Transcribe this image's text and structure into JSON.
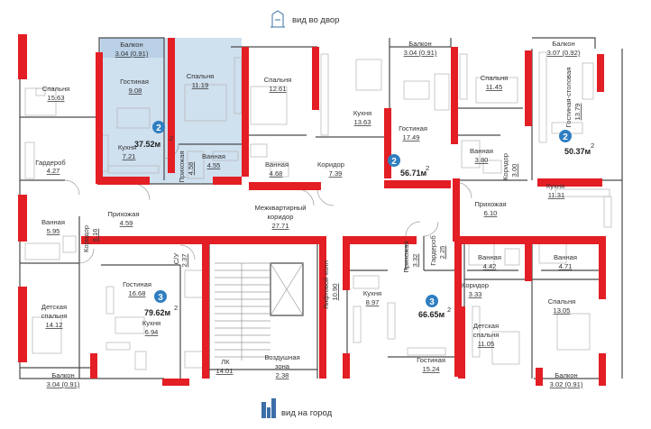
{
  "directions": {
    "top": "вид во двор",
    "bottom": "вид на город"
  },
  "icons": {
    "top": "tower-icon",
    "bottom": "city-buildings-icon"
  },
  "colors": {
    "wall": "#e31e24",
    "highlight": "#cfe0ef",
    "badge": "#2f7ec1"
  },
  "units": {
    "u1": {
      "rooms": "2",
      "area": "37.52м",
      "sup": "2"
    },
    "u2": {
      "rooms": "2",
      "area": "56.71м",
      "sup": "2"
    },
    "u3": {
      "rooms": "2",
      "area": "50.37м",
      "sup": "2"
    },
    "u4": {
      "rooms": "3",
      "area": "79.62м",
      "sup": "2"
    },
    "u5": {
      "rooms": "3",
      "area": "66.65м",
      "sup": "2"
    }
  },
  "rooms": {
    "r1": {
      "name": "Спальня",
      "area": "15.63"
    },
    "r2": {
      "name": "Гардероб",
      "area": "4.27"
    },
    "r3": {
      "name": "Балкон",
      "area": "3.04 (0.91)"
    },
    "r4": {
      "name": "Гостиная",
      "area": "9.08"
    },
    "r5": {
      "name": "Спальня",
      "area": "11.19"
    },
    "r6": {
      "name": "Кухня",
      "area": "7.21"
    },
    "r7": {
      "name": "Прихожая",
      "area": "4.58"
    },
    "r8": {
      "name": "Ванная",
      "area": "4.55"
    },
    "r9": {
      "name": "Спальня",
      "area": "12.61"
    },
    "r10": {
      "name": "Ванная",
      "area": "4.68"
    },
    "r11": {
      "name": "Кухня",
      "area": "13.63"
    },
    "r12": {
      "name": "Коридор",
      "area": "7.39"
    },
    "r13": {
      "name": "Балкон",
      "area": "3.04 (0.91)"
    },
    "r14": {
      "name": "Гостиная",
      "area": "17.49"
    },
    "r15": {
      "name": "Спальня",
      "area": "11.45"
    },
    "r16": {
      "name": "Ванная",
      "area": "3.80"
    },
    "r17": {
      "name": "Коридор",
      "area": "3.00"
    },
    "r18": {
      "name": "Балкон",
      "area": "3.07 (0.92)"
    },
    "r19": {
      "name": "Гостиная-столовая",
      "area": "13.79"
    },
    "r20": {
      "name": "Кухня",
      "area": "11.31"
    },
    "r21": {
      "name": "Ванная",
      "area": "5.95"
    },
    "r22": {
      "name": "Коридор",
      "area": "8.16"
    },
    "r23": {
      "name": "Прихожая",
      "area": "4.59"
    },
    "r24": {
      "name": "Межквартирный",
      "name2": "коридор",
      "area": "27.71"
    },
    "r25": {
      "name": "Прихожая",
      "area": "6.10"
    },
    "r26": {
      "name": "С/У",
      "area": "2.37"
    },
    "r27": {
      "name": "Гостиная",
      "area": "16.68"
    },
    "r28": {
      "name": "Кухня",
      "area": "6.94"
    },
    "r29": {
      "name": "Детская",
      "name2": "спальня",
      "area": "14.12"
    },
    "r30": {
      "name": "Балкон",
      "area": "3.04 (0.91)"
    },
    "r31": {
      "name": "ЛК",
      "area": "14.01"
    },
    "r32": {
      "name": "Лифтовой холл",
      "area": "10.90"
    },
    "r33": {
      "name": "Воздушная",
      "name2": "зона",
      "area": "2.38"
    },
    "r34": {
      "name": "Кухня",
      "area": "8.97"
    },
    "r35": {
      "name": "Прихожая",
      "area": "3.32"
    },
    "r36": {
      "name": "Гардероб",
      "area": "2.25"
    },
    "r37": {
      "name": "Ванная",
      "area": "4.42"
    },
    "r38": {
      "name": "Ванная",
      "area": "4.71"
    },
    "r39": {
      "name": "Коридор",
      "area": "3.33"
    },
    "r40": {
      "name": "Спальня",
      "area": "13.05"
    },
    "r41": {
      "name": "Детская",
      "name2": "спальня",
      "area": "11.05"
    },
    "r42": {
      "name": "Гостиная",
      "area": "15.24"
    },
    "r43": {
      "name": "Балкон",
      "area": "3.02 (0.91)"
    }
  }
}
